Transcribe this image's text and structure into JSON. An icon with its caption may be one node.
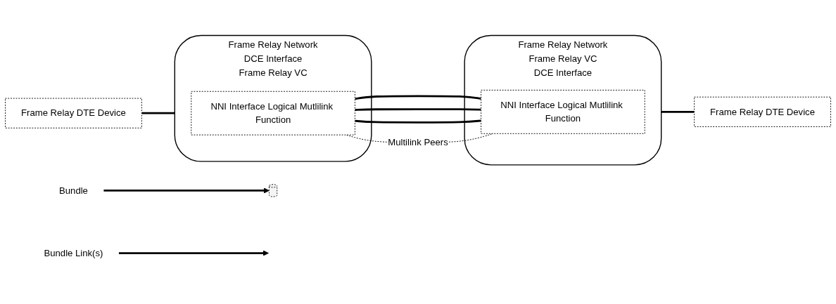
{
  "diagram": {
    "nodes": [
      {
        "text": [
          "Frame Relay DTE Device"
        ]
      },
      {
        "text": [
          "Frame Relay Network",
          "DCE Interface",
          "Frame Relay VC"
        ]
      },
      {
        "text": [
          "NNI Interface Logical Mutlilink Function"
        ],
        "in": 1
      },
      {
        "text": [
          "Bundle Link(s)"
        ]
      },
      {
        "text": [
          "Bundle"
        ]
      },
      {
        "text": [],
        "shape": "cylinder"
      },
      {
        "text": [
          "Frame Relay Network",
          "Frame Relay VC",
          "DCE Interface"
        ]
      },
      {
        "text": [
          "NNI Interface Logical Mutlilink Function"
        ],
        "in": 6
      },
      {
        "text": [
          "Frame Relay DTE Device"
        ]
      }
    ],
    "edges": [
      {
        "from": 0,
        "to": 1,
        "arrow": "none"
      },
      {
        "from": 2,
        "to": 7,
        "arrow": "none"
      },
      {
        "from": 2,
        "to": 7,
        "arrow": "none"
      },
      {
        "from": 2,
        "to": 7,
        "arrow": "none"
      },
      {
        "from": 3,
        "to": null,
        "arrow": "to"
      },
      {
        "from": 4,
        "to": 5,
        "arrow": "to"
      },
      {
        "from": 6,
        "to": 8,
        "arrow": "none"
      },
      {
        "from": 2,
        "to": 7,
        "arrow": "none",
        "style": "dashed",
        "label": "Multilink Peers"
      }
    ]
  }
}
